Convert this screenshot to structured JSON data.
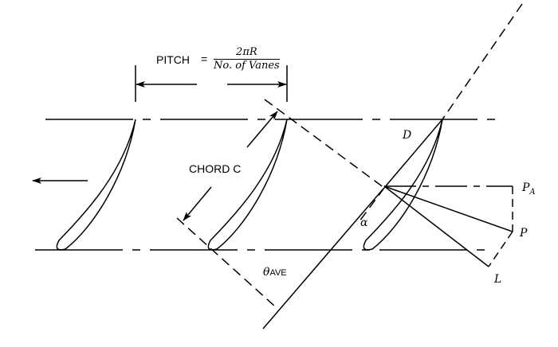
{
  "pitch": {
    "label": "PITCH",
    "equals": "=",
    "numerator": "2πR",
    "denominator": "No. of Vanes"
  },
  "chord_label": "CHORD C",
  "labels": {
    "D": "D",
    "alpha": "α",
    "PA_main": "P",
    "PA_sub": "A",
    "P": "P",
    "L": "L",
    "theta": "θ",
    "theta_sub": "AVE"
  }
}
